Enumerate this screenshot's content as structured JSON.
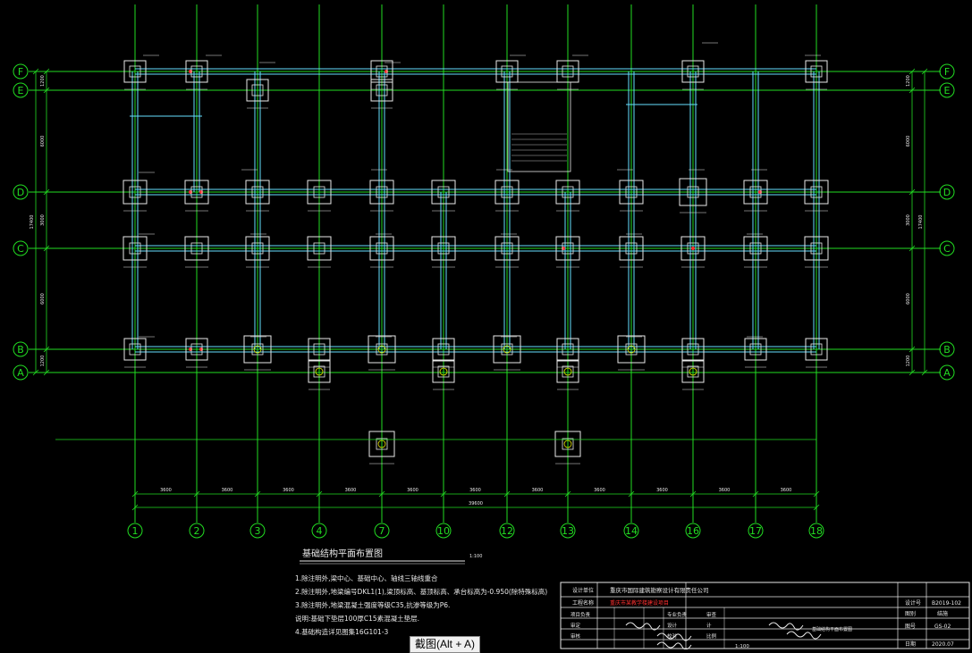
{
  "grid": {
    "axes_x": [
      "1",
      "2",
      "3",
      "4",
      "7",
      "10",
      "12",
      "13",
      "14",
      "16",
      "17",
      "18"
    ],
    "axes_y": [
      "F",
      "E",
      "D",
      "C",
      "B",
      "A"
    ],
    "dims_x": [
      "3600",
      "3600",
      "3600",
      "3600",
      "3600",
      "3600",
      "3600",
      "3600",
      "3600",
      "3600",
      "3600"
    ],
    "total_x": "39600",
    "dims_y": [
      "1200",
      "6000",
      "3000",
      "6000",
      "1200"
    ],
    "total_y": "17400"
  },
  "plan_title": "基础结构平面布置图",
  "scale_note": "1:100",
  "notes": [
    "1.除注明外,梁中心、基础中心、轴线三轴线重合",
    "2.除注明外,地梁编号DKL1(1),梁顶标高、基顶标高、承台标高为-0.950(除特殊标高)",
    "3.除注明外,地梁混凝土强度等级C35,抗渗等级为P6.",
    "说明:基础下垫层100厚C15素混凝土垫层.",
    "4.基础构造详见图集16G101-3"
  ],
  "title_block": {
    "designer_unit_label": "设计单位",
    "designer_unit": "重庆市国际建筑勘察设计有限责任公司",
    "project_label": "工程名称",
    "project": "重庆市某教学楼建设项目",
    "drawing_no_label": "设计号",
    "drawing_no": "B2019-102",
    "category_label": "图别",
    "category": "结施",
    "sheet_no_label": "图号",
    "sheet_no": "GS-02",
    "date_label": "日期",
    "date": "2020.07",
    "scale_value": "1:100",
    "drawing_name": "基础结构平面布置图",
    "row_labels": [
      "项目负责",
      "审定",
      "审核"
    ],
    "row_mid_labels": [
      "专业负责",
      "设计",
      "校对"
    ],
    "row_right_labels": [
      "审查",
      "计",
      "比例"
    ]
  },
  "tooltip": "截图(Alt + A)"
}
